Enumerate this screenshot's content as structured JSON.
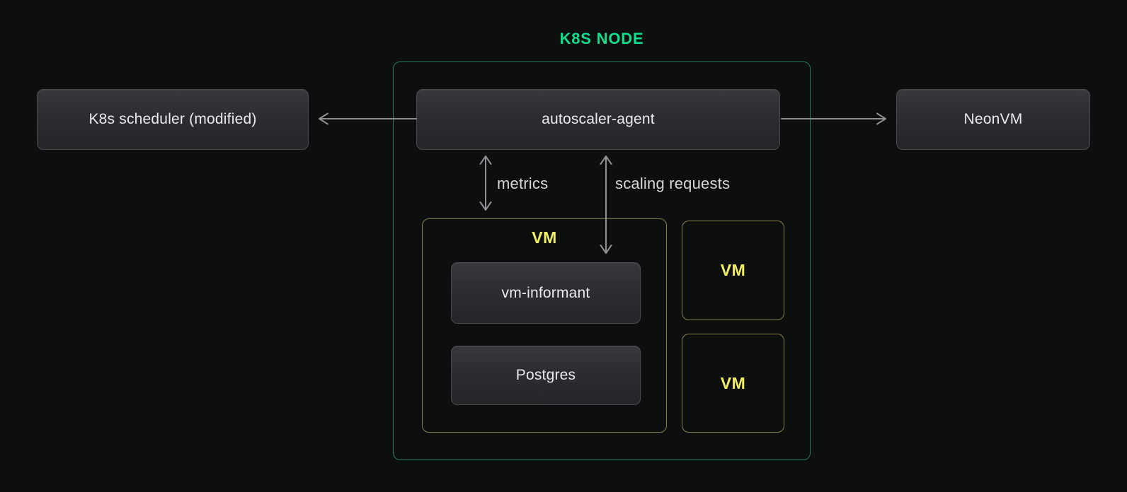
{
  "diagram": {
    "title": "K8S NODE",
    "nodes": {
      "scheduler": {
        "label": "K8s scheduler (modified)"
      },
      "agent": {
        "label": "autoscaler-agent"
      },
      "neonvm": {
        "label": "NeonVM"
      },
      "vm_group": {
        "label": "VM"
      },
      "vm_informant": {
        "label": "vm-informant"
      },
      "postgres": {
        "label": "Postgres"
      },
      "vm_box_1": {
        "label": "VM"
      },
      "vm_box_2": {
        "label": "VM"
      }
    },
    "edges": {
      "scheduler_link": {
        "from": "autoscaler-agent",
        "to": "K8s scheduler (modified)",
        "label": ""
      },
      "neonvm_link": {
        "from": "autoscaler-agent",
        "to": "NeonVM",
        "label": ""
      },
      "metrics": {
        "label": "metrics",
        "bidirectional": true
      },
      "scaling_requests": {
        "label": "scaling requests",
        "bidirectional": true
      }
    },
    "colors": {
      "background": "#0d0e0e",
      "title_green": "#13dd8d",
      "container_border_green": "#27795d",
      "vm_border_yellow": "#83814b",
      "vm_label_yellow": "#f3ef62",
      "node_fill_top": "#36383c",
      "node_fill_bottom": "#242528",
      "node_border": "#47494d",
      "node_text": "#e9eaeb",
      "arrow_gray": "#909094",
      "edge_label_gray": "#d6d7d8"
    }
  }
}
